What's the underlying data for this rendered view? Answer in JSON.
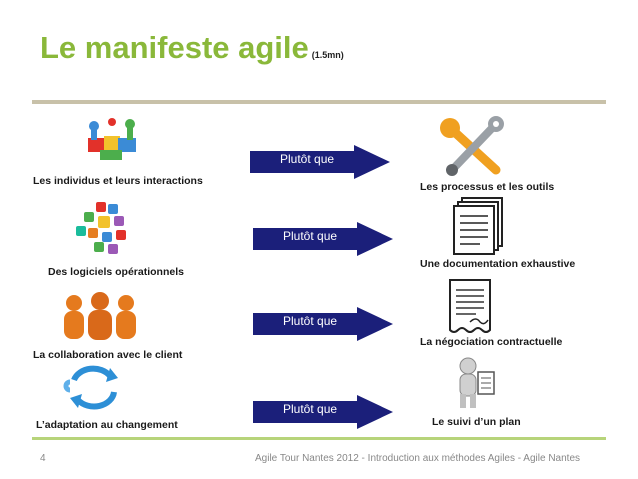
{
  "title": {
    "main": "Le manifeste agile",
    "sub": "(1.5mn)"
  },
  "rows": [
    {
      "left_label": "Les individus et leurs interactions",
      "arrow_label": "Plutôt que",
      "right_label": "Les processus et les outils",
      "left_icon": "puzzle-people-icon",
      "right_icon": "tools-icon"
    },
    {
      "left_label": "Des logiciels opérationnels",
      "arrow_label": "Plutôt que",
      "right_label": "Une documentation exhaustive",
      "left_icon": "app-icons-cluster-icon",
      "right_icon": "document-stack-icon"
    },
    {
      "left_label": "La collaboration avec le client",
      "arrow_label": "Plutôt que",
      "right_label": "La négociation contractuelle",
      "left_icon": "people-group-icon",
      "right_icon": "contract-icon"
    },
    {
      "left_label": "L’adaptation au changement",
      "arrow_label": "Plutôt que",
      "right_label": "Le suivi d’un plan",
      "left_icon": "cycle-arrows-icon",
      "right_icon": "figure-with-checklist-icon"
    }
  ],
  "footer": {
    "page": "4",
    "text": "Agile Tour Nantes 2012 - Introduction aux méthodes Agiles - Agile Nantes"
  },
  "colors": {
    "title_green": "#8ab83a",
    "arrow_navy": "#1b1f7a",
    "rule_top": "#c8c1a9",
    "rule_bottom": "#b7d47a"
  }
}
